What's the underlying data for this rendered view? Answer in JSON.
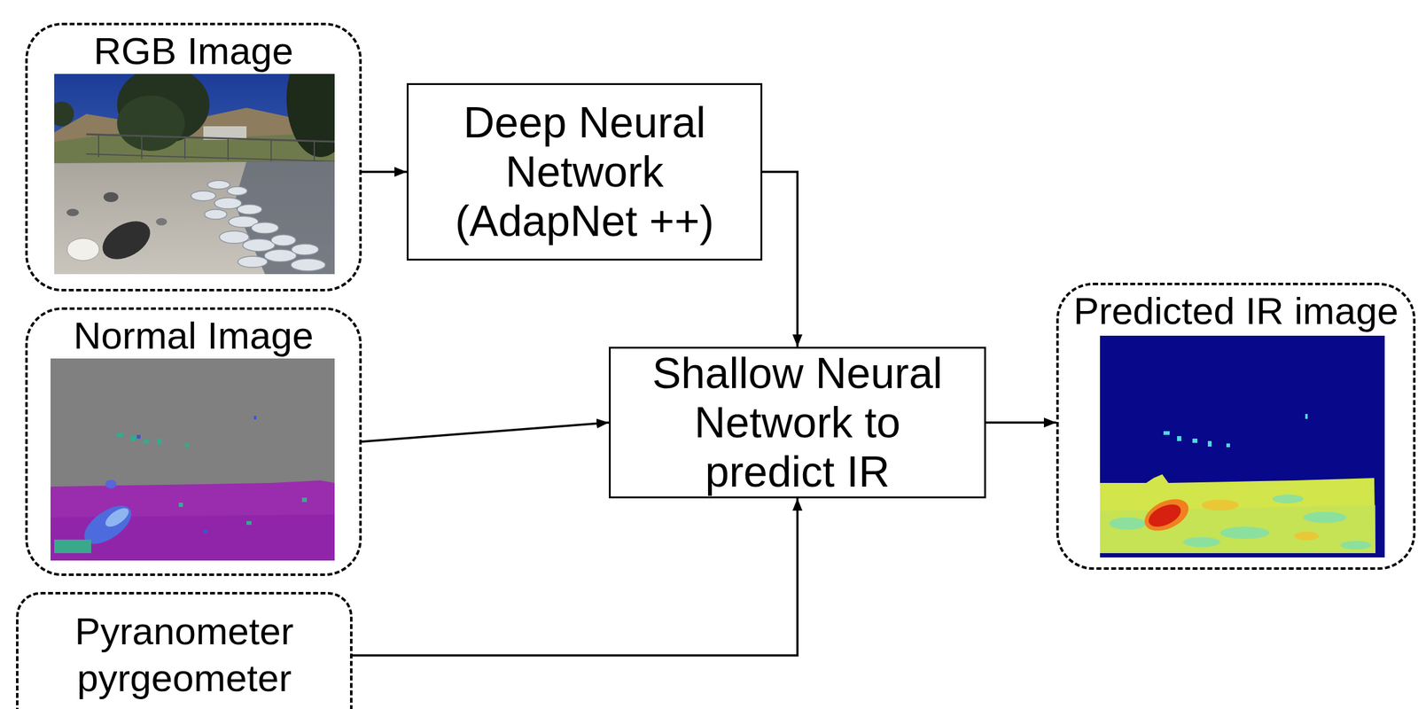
{
  "diagram": {
    "nodes": [
      {
        "text": [
          "RGB Image"
        ]
      },
      {
        "text": [
          "Deep Neural Network (AdapNet ++)"
        ]
      },
      {
        "text": [
          "Normal Image"
        ]
      },
      {
        "text": [
          "Shallow Neural Network to predict IR"
        ]
      },
      {
        "text": [
          "Predicted IR image"
        ]
      },
      {
        "text": [
          "Pyranometer pyrgeometer"
        ]
      }
    ],
    "edges": [
      {
        "from": 0,
        "to": 1,
        "arrow": "to"
      },
      {
        "from": 1,
        "to": 3,
        "arrow": "to"
      },
      {
        "from": 2,
        "to": 3,
        "arrow": "to"
      },
      {
        "from": 5,
        "to": 3,
        "arrow": "to"
      },
      {
        "from": 3,
        "to": 4,
        "arrow": "to"
      }
    ]
  }
}
